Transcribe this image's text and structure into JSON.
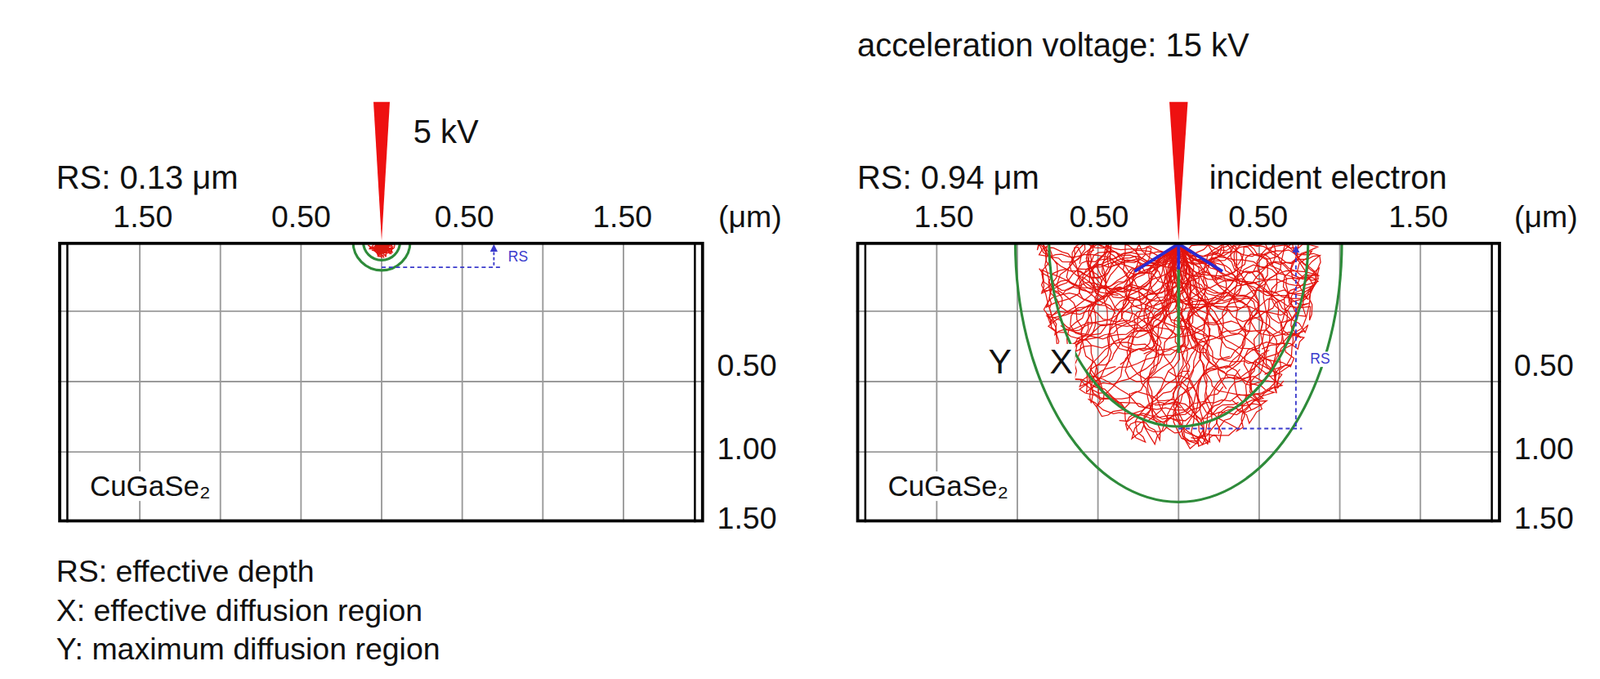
{
  "diagram": {
    "nodes": [
      {
        "text": [
          "CuGaSe₂"
        ]
      },
      {
        "text": [
          "CuGaSe₂"
        ]
      }
    ],
    "labels": [
      "RS: 0.13 μm",
      "5 kV",
      "1.50",
      "0.50",
      "0.50",
      "1.50",
      "(μm)",
      "0.50",
      "1.00",
      "1.50",
      "RS",
      "RS: effective depth",
      "X: effective diffusion region",
      "Y: maximum diffusion region",
      "acceleration voltage: 15 kV",
      "RS: 0.94 μm",
      "incident electron",
      "1.50",
      "0.50",
      "0.50",
      "1.50",
      "(μm)",
      "0.50",
      "1.00",
      "1.50",
      "Y",
      "X",
      "RS"
    ]
  }
}
